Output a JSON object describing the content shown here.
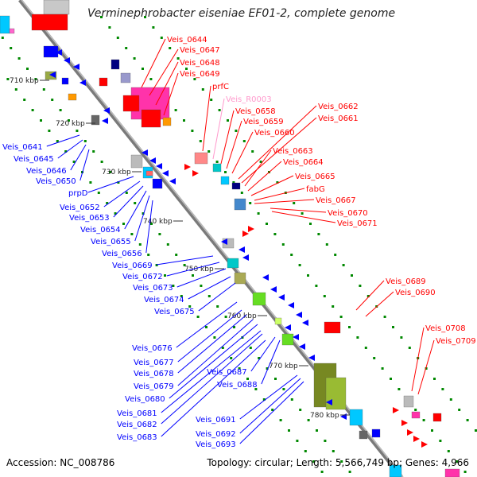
{
  "title": "Verminephrobacter eiseniae EF01-2, complete genome",
  "accession": "Accession: NC_008786",
  "summary": "Topology: circular; Length: 5,566,749 bp; Genes: 4,966",
  "kbp_labels": [
    "710 kbp",
    "720 kbp",
    "730 kbp",
    "740 kbp",
    "750 kbp",
    "760 kbp",
    "770 kbp",
    "780 kbp"
  ],
  "right_labels": [
    "Veis_0644",
    "Veis_0647",
    "Veis_0648",
    "Veis_0649",
    "prfC",
    "Veis_R0003",
    "Veis_0658",
    "Veis_0659",
    "Veis_0660",
    "Veis_0662",
    "Veis_0661",
    "Veis_0663",
    "Veis_0664",
    "Veis_0665",
    "fabG",
    "Veis_0667",
    "Veis_0670",
    "Veis_0671",
    "Veis_0689",
    "Veis_0690",
    "Veis_0708",
    "Veis_0709"
  ],
  "left_labels": [
    "Veis_0641",
    "Veis_0645",
    "Veis_0646",
    "Veis_0650",
    "prpD",
    "Veis_0652",
    "Veis_0653",
    "Veis_0654",
    "Veis_0655",
    "Veis_0656",
    "Veis_0669",
    "Veis_0672",
    "Veis_0673",
    "Veis_0674",
    "Veis_0675",
    "Veis_0676",
    "Veis_0677",
    "Veis_0678",
    "Veis_0679",
    "Veis_0680",
    "Veis_0681",
    "Veis_0682",
    "Veis_0683",
    "Veis_0687",
    "Veis_0688",
    "Veis_0691",
    "Veis_0692",
    "Veis_0693"
  ],
  "colors": {
    "forward_gene": "#ff0000",
    "reverse_gene": "#0000ff",
    "rna_label": "#ff99cc",
    "backbone": "#888888",
    "gc_dots": "#008800"
  }
}
